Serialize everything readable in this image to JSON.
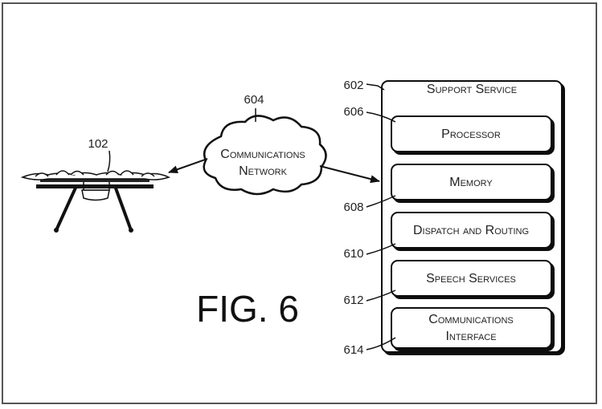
{
  "figure": {
    "label": "FIG. 6"
  },
  "drone": {
    "ref": "102"
  },
  "network": {
    "ref": "604",
    "line1": "Communications",
    "line2": "Network"
  },
  "support_service": {
    "ref": "602",
    "title": "Support Service",
    "components": [
      {
        "ref": "606",
        "line1": "Processor",
        "line2": ""
      },
      {
        "ref": "608",
        "line1": "Memory",
        "line2": ""
      },
      {
        "ref": "610",
        "line1": "Dispatch and Routing",
        "line2": ""
      },
      {
        "ref": "612",
        "line1": "Speech Services",
        "line2": ""
      },
      {
        "ref": "614",
        "line1": "Communications",
        "line2": "Interface"
      }
    ]
  }
}
